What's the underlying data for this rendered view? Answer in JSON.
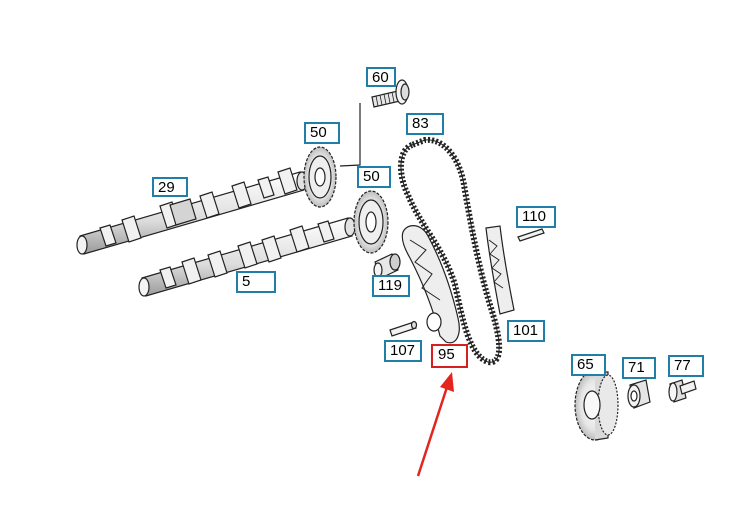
{
  "diagram": {
    "callouts": {
      "p60": "60",
      "p83": "83",
      "p50a": "50",
      "p50b": "50",
      "p29": "29",
      "p5": "5",
      "p110": "110",
      "p119": "119",
      "p101": "101",
      "p107": "107",
      "p95": "95",
      "p65": "65",
      "p71": "71",
      "p77": "77"
    },
    "highlighted_part": "95"
  },
  "colors": {
    "callout_border": "#1f7fa8",
    "highlight_border": "#d61f1f",
    "arrow": "#e3241f",
    "line_art": "#222222"
  }
}
